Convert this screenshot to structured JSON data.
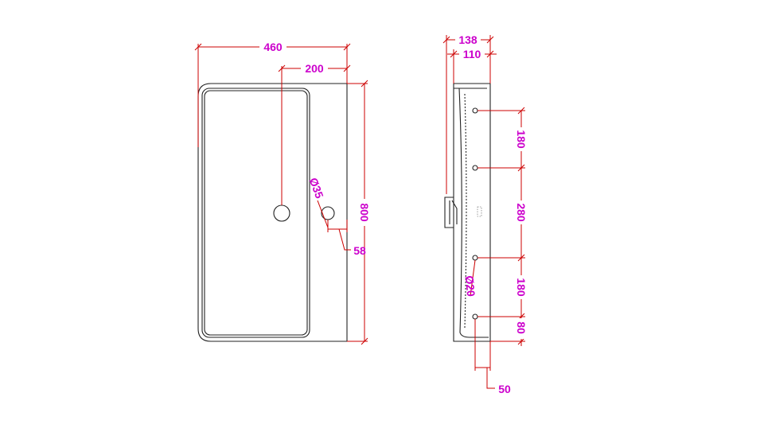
{
  "colors": {
    "dimension_text": "#cc00cc",
    "dimension_line": "#cc0000",
    "outline": "#222222",
    "background": "#ffffff"
  },
  "front_view": {
    "width_label": "460",
    "tap_offset_label": "200",
    "height_label": "800",
    "tap_hole_diameter_label": "Ø35",
    "side_offset_label": "58"
  },
  "side_view": {
    "depth_label": "138",
    "inner_depth_label": "110",
    "spacing_top_label": "180",
    "spacing_middle_label": "280",
    "spacing_lower_label": "180",
    "bottom_offset_label": "80",
    "hole_diameter_label": "Ø20",
    "hole_inset_label": "50"
  }
}
